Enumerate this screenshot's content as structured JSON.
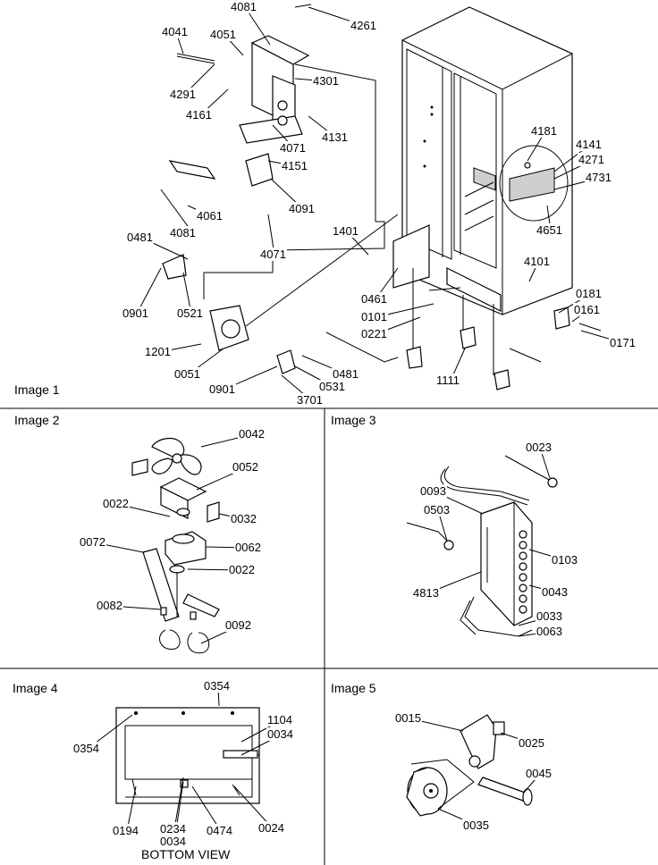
{
  "panels": [
    {
      "title": "Image 1"
    },
    {
      "title": "Image 2"
    },
    {
      "title": "Image 3"
    },
    {
      "title": "Image 4",
      "caption": "BOTTOM VIEW"
    },
    {
      "title": "Image 5"
    }
  ],
  "callouts": {
    "p1": [
      "4081",
      "4261",
      "4041",
      "4051",
      "4291",
      "4161",
      "4301",
      "4071",
      "4131",
      "4151",
      "4091",
      "4061",
      "4081",
      "4071",
      "4181",
      "4141",
      "4271",
      "4731",
      "4651",
      "1401",
      "0481",
      "0901",
      "0521",
      "0461",
      "0101",
      "0221",
      "4101",
      "0181",
      "0161",
      "0171",
      "1201",
      "0051",
      "0901",
      "0481",
      "0531",
      "3701",
      "1111"
    ],
    "p2": [
      "0042",
      "0052",
      "0022",
      "0032",
      "0072",
      "0062",
      "0022",
      "0082",
      "0092"
    ],
    "p3": [
      "0023",
      "0093",
      "0503",
      "0103",
      "4813",
      "0043",
      "0033",
      "0063"
    ],
    "p4": [
      "0354",
      "1104",
      "0034",
      "0354",
      "0194",
      "0234",
      "0034",
      "0474",
      "0024"
    ],
    "p5": [
      "0015",
      "0025",
      "0045",
      "0035"
    ]
  }
}
